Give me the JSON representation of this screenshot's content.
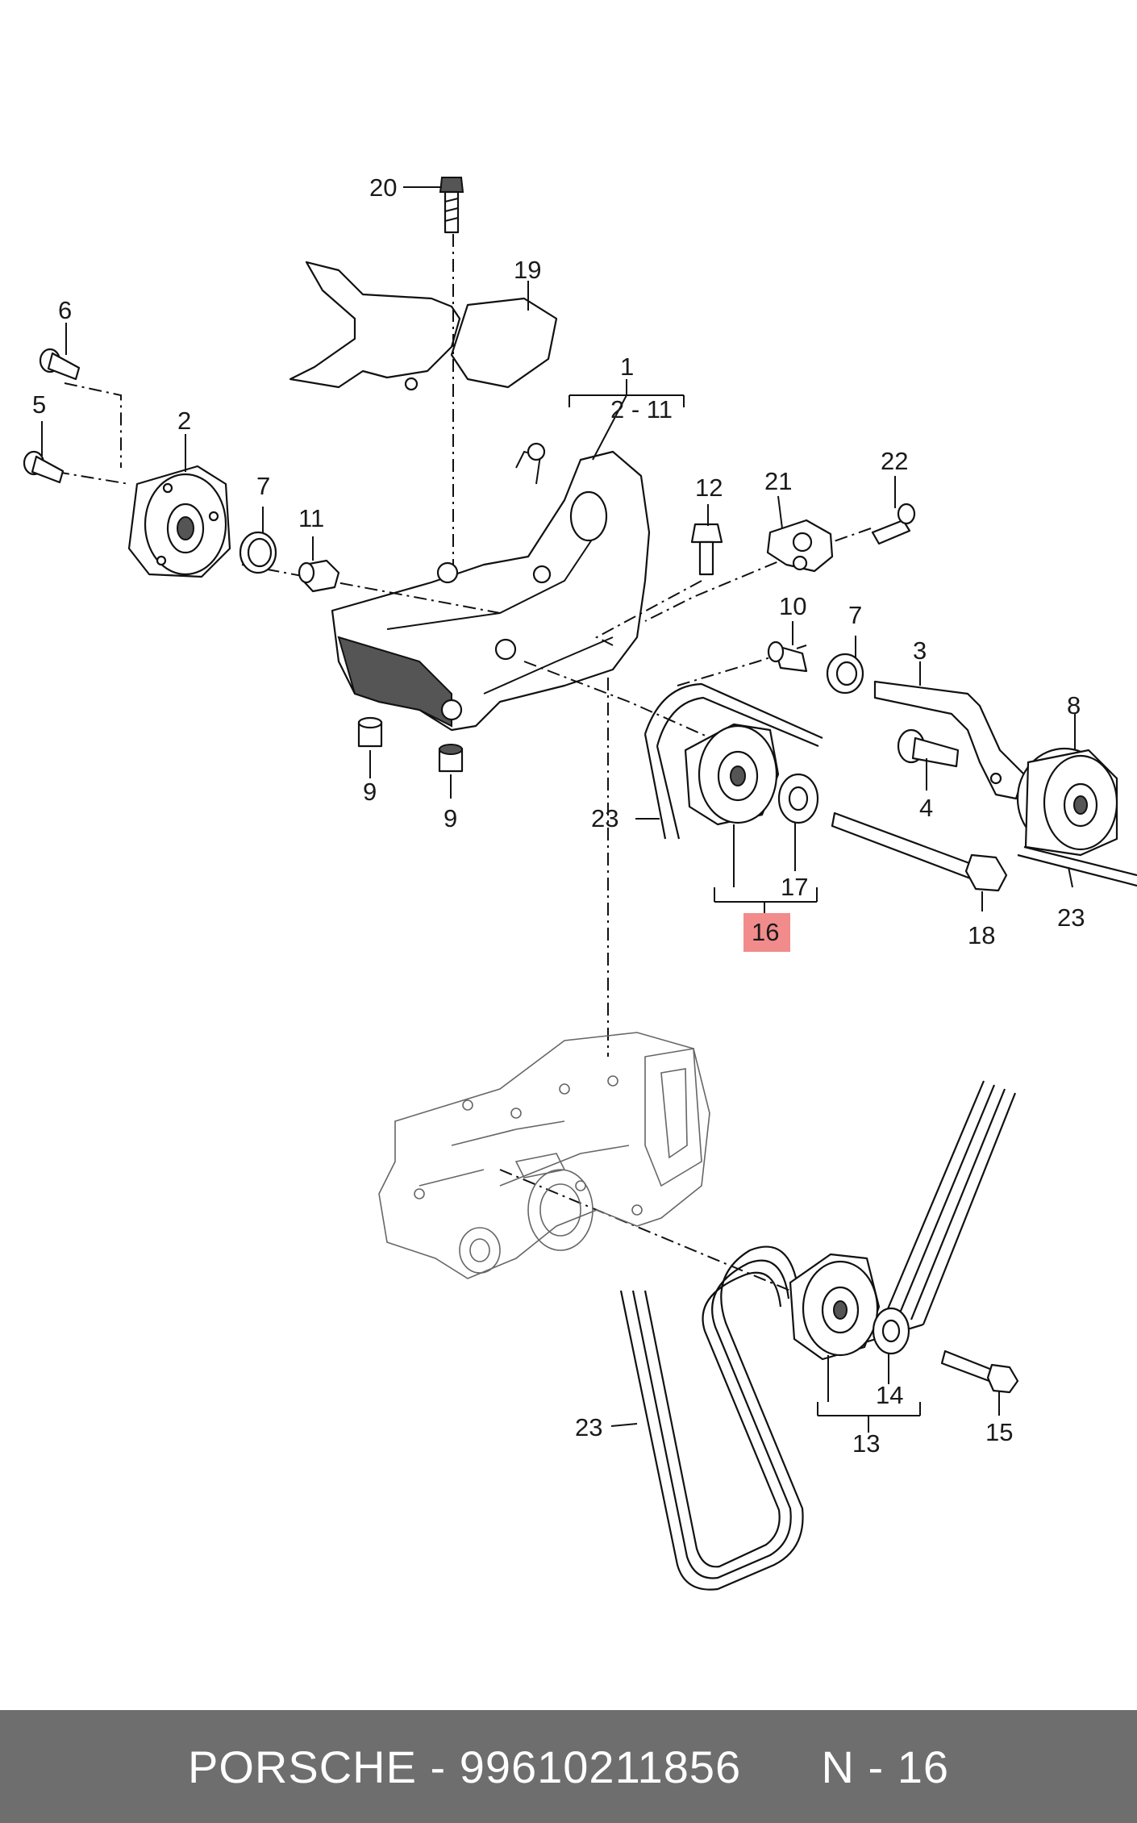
{
  "diagram": {
    "labels": {
      "l1": "1",
      "l2": "2",
      "l2_11": "2 - 11",
      "l3": "3",
      "l4": "4",
      "l5": "5",
      "l6": "6",
      "l7a": "7",
      "l7b": "7",
      "l8": "8",
      "l9a": "9",
      "l9b": "9",
      "l10": "10",
      "l11": "11",
      "l12": "12",
      "l13": "13",
      "l14": "14",
      "l15": "15",
      "l16": "16",
      "l17": "17",
      "l18": "18",
      "l19": "19",
      "l20": "20",
      "l21": "21",
      "l22": "22",
      "l23a": "23",
      "l23b": "23",
      "l23c": "23"
    },
    "highlight_color": "#f28b8b"
  },
  "footer": {
    "text": "PORSCHE - 99610211856      N - 16",
    "background": "#6e6e6e"
  }
}
